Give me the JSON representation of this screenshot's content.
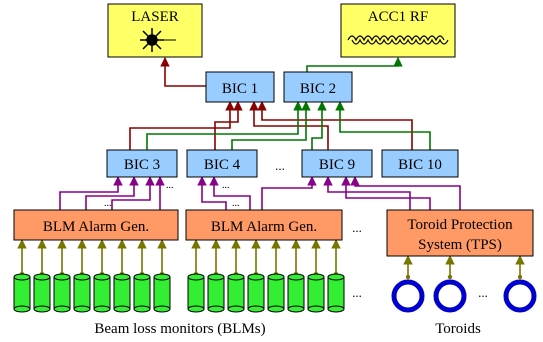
{
  "title": "",
  "colors": {
    "laser_box": "#ffff66",
    "bic_box": "#99ccff",
    "alarm_box": "#ff9966",
    "blm_cylinder": "#33ee33",
    "toroid_ring": "#0000cc",
    "laser_path": "#880000",
    "rf_path": "#007700",
    "bic_to_alarm": "#880088",
    "monitor_to_alarm": "#777700"
  },
  "top_boxes": {
    "laser": "LASER",
    "rf": "ACC1 RF"
  },
  "bic_top": [
    "BIC 1",
    "BIC 2"
  ],
  "bic_mid": [
    "BIC 3",
    "BIC 4",
    "BIC 9",
    "BIC 10"
  ],
  "alarm_gens": [
    "BLM Alarm Gen.",
    "BLM Alarm Gen."
  ],
  "tps": {
    "line1": "Toroid Protection",
    "line2": "System (TPS)"
  },
  "ellipsis": "...",
  "captions": {
    "blm": "Beam loss monitors (BLMs)",
    "toroids": "Toroids"
  }
}
